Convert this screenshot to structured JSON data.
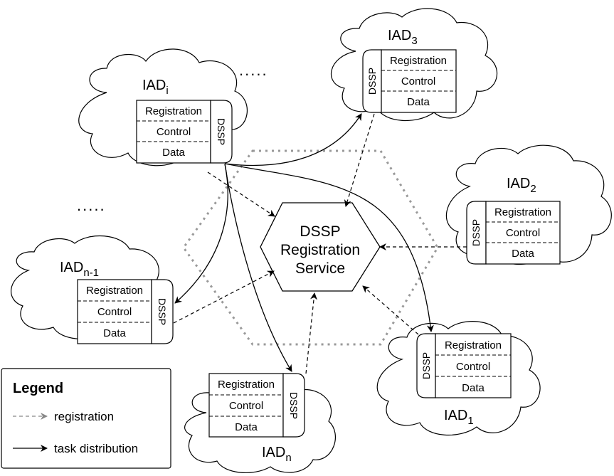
{
  "service": {
    "line1": "DSSP",
    "line2": "Registration",
    "line3": "Service"
  },
  "node_rows": {
    "registration": "Registration",
    "control": "Control",
    "data": "Data",
    "dssp": "DSSP"
  },
  "nodes": {
    "iad_i": {
      "base": "IAD",
      "sub": "i"
    },
    "iad_3": {
      "base": "IAD",
      "sub": "3"
    },
    "iad_2": {
      "base": "IAD",
      "sub": "2"
    },
    "iad_1": {
      "base": "IAD",
      "sub": "1"
    },
    "iad_n": {
      "base": "IAD",
      "sub": "n"
    },
    "iad_n1": {
      "base": "IAD",
      "sub": "n-1"
    }
  },
  "ellipsis": ".....",
  "legend": {
    "title": "Legend",
    "registration": "registration",
    "task_distribution": "task distribution"
  }
}
